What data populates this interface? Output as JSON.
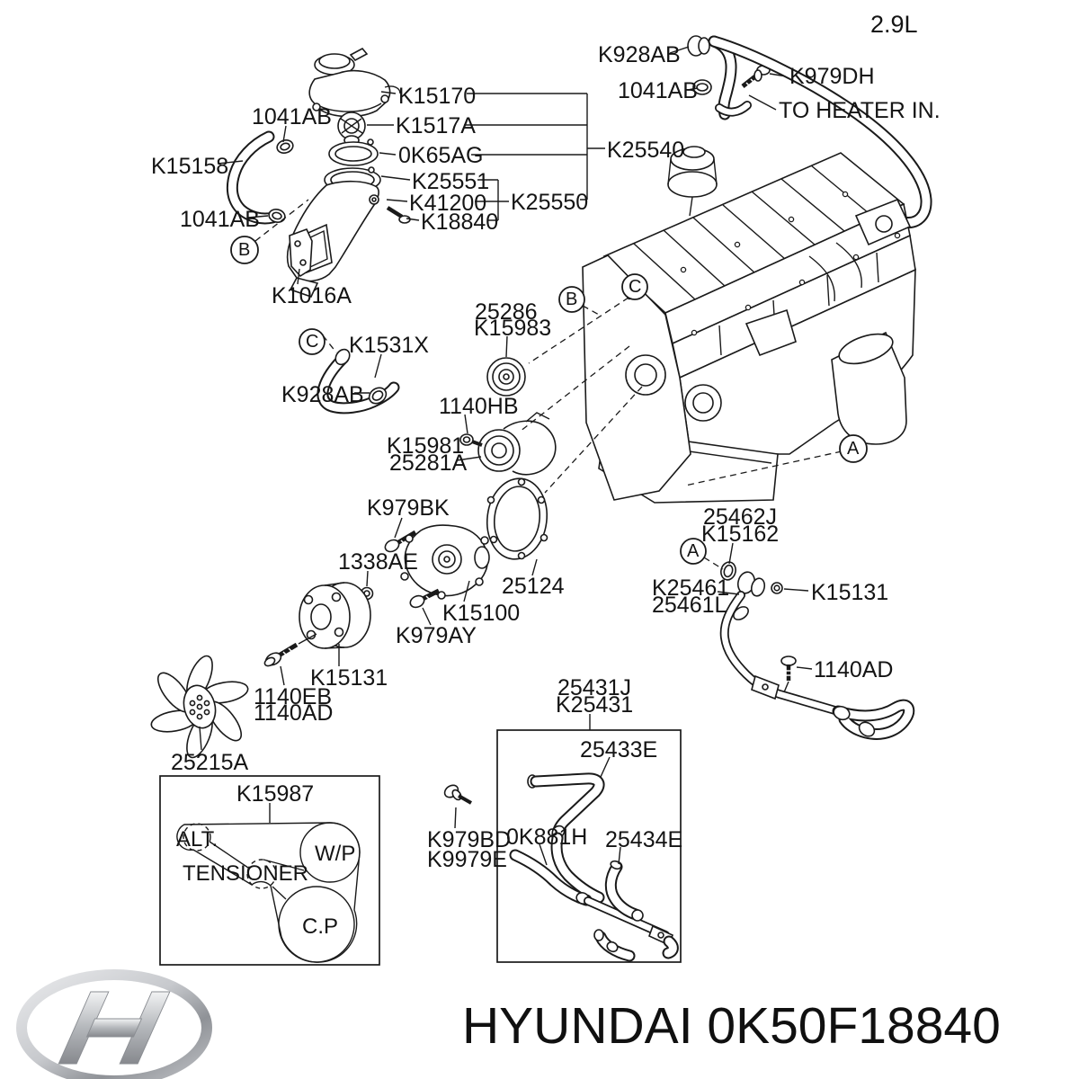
{
  "header": {
    "engine_displacement": "2.9L"
  },
  "footer": {
    "title": "HYUNDAI 0K50F18840",
    "logo": "hyundai-logo"
  },
  "labels": {
    "k928ab_top": "K928AB",
    "n1041ab_top": "1041AB",
    "k979dh": "K979DH",
    "to_heater_in": "TO HEATER IN.",
    "k15170": "K15170",
    "k1517a": "K1517A",
    "ok65ag": "0K65AG",
    "k25551": "K25551",
    "k41200": "K41200",
    "k18840": "K18840",
    "k25550": "K25550",
    "k25540": "K25540",
    "n1041ab_left_upper": "1041AB",
    "k15158": "K15158",
    "n1041ab_left_lower": "1041AB",
    "b_left": "B",
    "k1016a": "K1016A",
    "c_left": "C",
    "k1531x": "K1531X",
    "k928ab_mid": "K928AB",
    "n25286": "25286",
    "k15983": "K15983",
    "b_engine": "B",
    "c_engine": "C",
    "a_engine": "A",
    "n1140hb": "1140HB",
    "k15981": "K15981",
    "n25281a": "25281A",
    "k979bk": "K979BK",
    "n1338ae": "1338AE",
    "n25124": "25124",
    "k15100": "K15100",
    "k979ay": "K979AY",
    "k15131_left": "K15131",
    "n1140eb": "1140EB",
    "n1140ad_left": "1140AD",
    "n25215a": "25215A",
    "k15987": "K15987",
    "alt": "ALT.",
    "tensioner": "TENSIONER",
    "wp": "W/P",
    "cp": "C.P",
    "n25462j": "25462J",
    "k15162": "K15162",
    "a_right": "A",
    "k25461": "K25461",
    "n25461l": "25461L",
    "k15131_right": "K15131",
    "n1140ad_right": "1140AD",
    "n25431j": "25431J",
    "k25431": "K25431",
    "n25433e": "25433E",
    "k979bd": "K979BD",
    "k9979e": "K9979E",
    "ok881h": "0K881H",
    "n25434e": "25434E"
  },
  "colors": {
    "line": "#1a1a1a",
    "background": "#ffffff",
    "logo_silver": "#b9bcc2"
  }
}
